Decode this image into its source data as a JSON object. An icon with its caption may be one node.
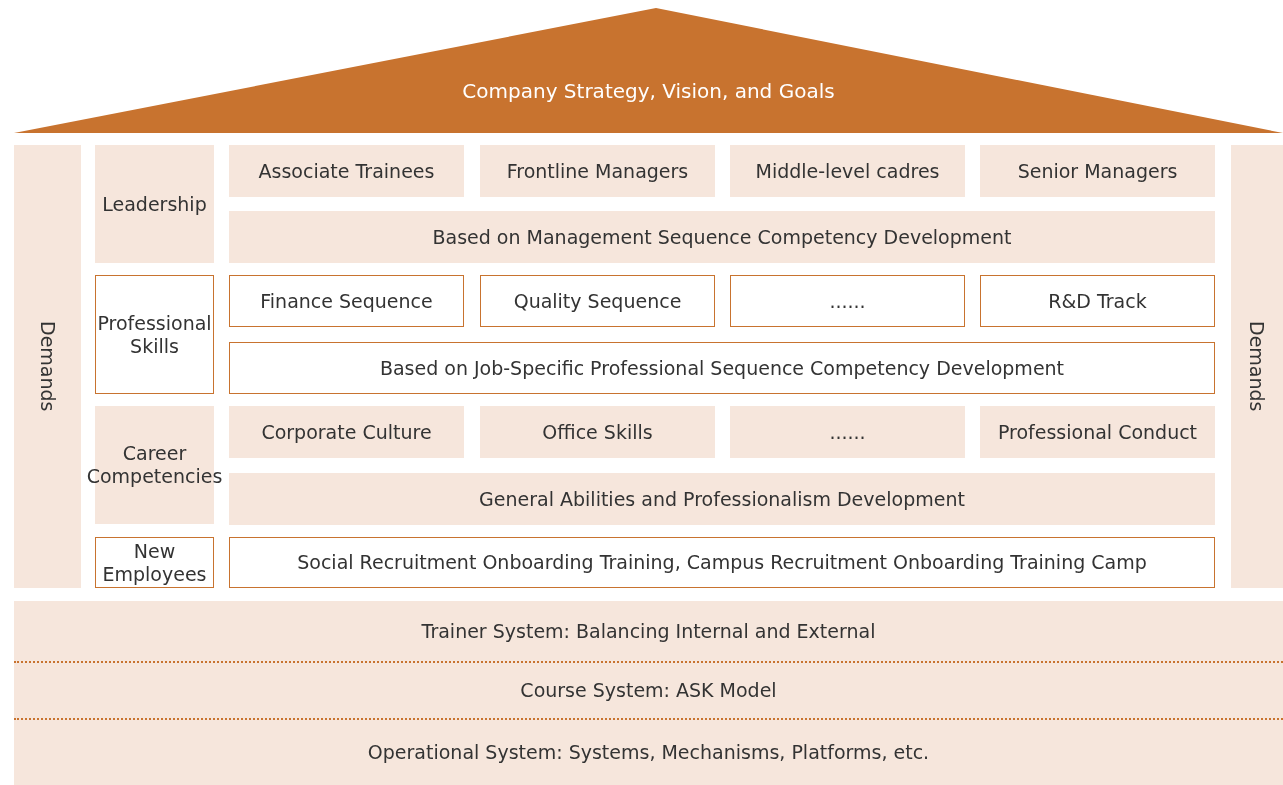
{
  "diagram": {
    "nodes": [
      {
        "text": [
          "Company Strategy, Vision, and Goals"
        ]
      },
      {
        "text": [
          "Demands"
        ]
      },
      {
        "text": [
          "Leadership"
        ]
      },
      {
        "text": [
          "Associate Trainees"
        ]
      },
      {
        "text": [
          "Frontline Managers"
        ]
      },
      {
        "text": [
          "Middle-level cadres"
        ]
      },
      {
        "text": [
          "Senior Managers"
        ]
      },
      {
        "text": [
          "Based on Management Sequence Competency Development"
        ]
      },
      {
        "text": [
          "Professional Skills"
        ]
      },
      {
        "text": [
          "Finance Sequence"
        ]
      },
      {
        "text": [
          "Quality Sequence"
        ]
      },
      {
        "text": [
          "......"
        ]
      },
      {
        "text": [
          "R&D Track"
        ]
      },
      {
        "text": [
          "Based on Job-Specific Professional Sequence Competency Development"
        ]
      },
      {
        "text": [
          "Career Competencies"
        ]
      },
      {
        "text": [
          "Corporate Culture"
        ]
      },
      {
        "text": [
          "Office Skills"
        ]
      },
      {
        "text": [
          "......"
        ]
      },
      {
        "text": [
          "Professional Conduct"
        ]
      },
      {
        "text": [
          "General Abilities and Professionalism Development"
        ]
      },
      {
        "text": [
          "New Employees"
        ]
      },
      {
        "text": [
          "Social Recruitment Onboarding Training, Campus Recruitment Onboarding Training Camp"
        ]
      },
      {
        "text": [
          "Demands"
        ]
      },
      {
        "text": [
          "Trainer System: Balancing Internal and External"
        ]
      },
      {
        "text": [
          "Course System: ASK Model"
        ]
      },
      {
        "text": [
          "Operational System: Systems, Mechanisms, Platforms, etc."
        ]
      }
    ]
  }
}
